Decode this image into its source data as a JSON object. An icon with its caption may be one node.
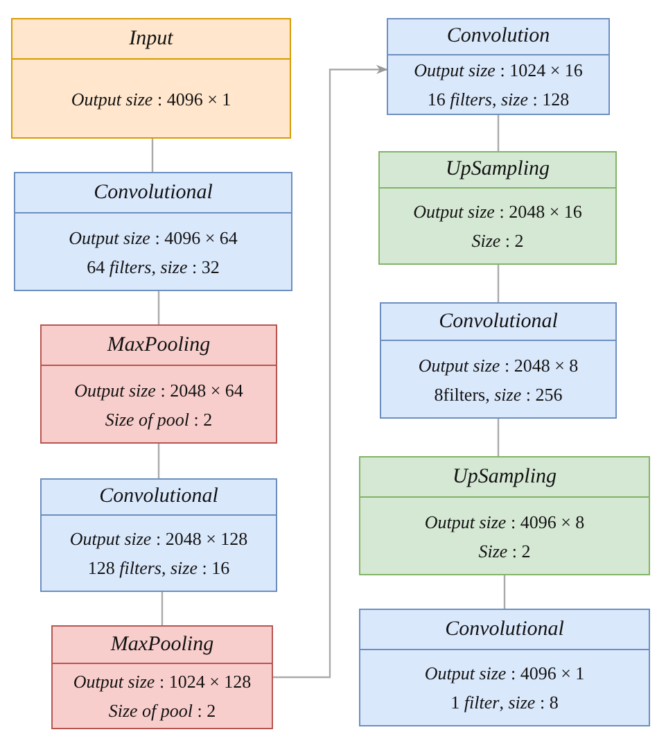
{
  "diagram": {
    "nodes": [
      {
        "text": [
          "Input",
          "*Output size* : 4096 × 1"
        ]
      },
      {
        "text": [
          "Convolutional",
          "*Output size* : 4096 × 64",
          "64 *filters*, *size* : 32"
        ]
      },
      {
        "text": [
          "MaxPooling",
          "*Output size* : 2048 × 64",
          "*Size of pool* : 2"
        ]
      },
      {
        "text": [
          "Convolutional",
          "*Output size* : 2048 × 128",
          "128 *filters*, *size* : 16"
        ]
      },
      {
        "text": [
          "MaxPooling",
          "*Output size* : 1024 × 128",
          "*Size of pool* : 2"
        ]
      },
      {
        "text": [
          "Convolution",
          "*Output size* : 1024 × 16",
          "16 *filters*, *size* : 128"
        ]
      },
      {
        "text": [
          "UpSampling",
          "*Output size* : 2048 × 16",
          "*Size* : 2"
        ]
      },
      {
        "text": [
          "Convolutional",
          "*Output size* : 2048 × 8",
          "8filters, *size* : 256"
        ]
      },
      {
        "text": [
          "UpSampling",
          "*Output size* : 4096 × 8",
          "*Size* : 2"
        ]
      },
      {
        "text": [
          "Convolutional",
          "*Output size* : 4096 × 1",
          "1 *filter*, *size* : 8"
        ]
      }
    ],
    "edges": [
      {
        "from": 0,
        "to": 1,
        "arrow": "none"
      },
      {
        "from": 1,
        "to": 2,
        "arrow": "none"
      },
      {
        "from": 2,
        "to": 3,
        "arrow": "none"
      },
      {
        "from": 3,
        "to": 4,
        "arrow": "none"
      },
      {
        "from": 4,
        "to": 5,
        "arrow": "to"
      },
      {
        "from": 5,
        "to": 6,
        "arrow": "none"
      },
      {
        "from": 6,
        "to": 7,
        "arrow": "none"
      },
      {
        "from": 7,
        "to": 8,
        "arrow": "none"
      },
      {
        "from": 8,
        "to": 9,
        "arrow": "none"
      }
    ]
  }
}
